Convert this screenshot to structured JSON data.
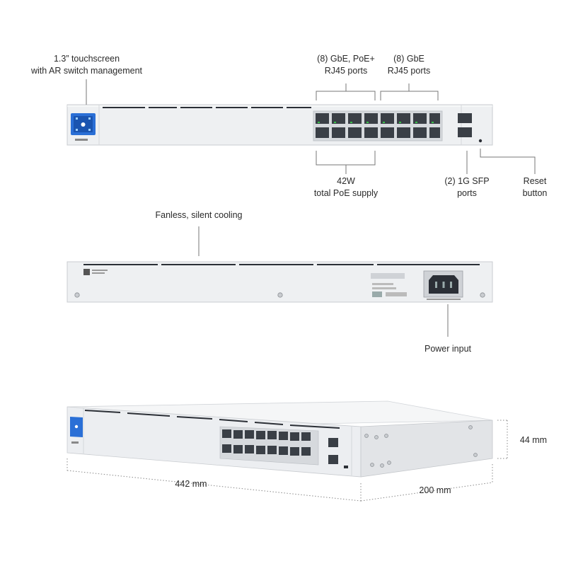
{
  "colors": {
    "chassis_front": "#eef0f2",
    "chassis_top": "#f5f6f7",
    "chassis_side": "#e2e4e7",
    "vent": "#2b2f36",
    "port_body": "#d6d9dd",
    "port_hole": "#3a3f46",
    "screen": "#2a6fd6",
    "label_text": "#2a2a2a",
    "line": "#777777",
    "port_led": "#39c24a"
  },
  "front": {
    "touchscreen": [
      "1.3” touchscreen",
      "with AR switch management"
    ],
    "poe_ports": [
      "(8) GbE, PoE+",
      "RJ45 ports"
    ],
    "gbe_ports": [
      "(8) GbE",
      "RJ45 ports"
    ],
    "poe_supply": [
      "42W",
      "total PoE supply"
    ],
    "sfp_ports": [
      "(2) 1G SFP",
      "ports"
    ],
    "reset": [
      "Reset",
      "button"
    ],
    "icons": [
      "touchscreen-icon",
      "rj45-port-icon",
      "sfp-port-icon",
      "reset-button-icon"
    ]
  },
  "back": {
    "cooling": "Fanless, silent cooling",
    "power": "Power input",
    "icons": [
      "power-inlet-icon",
      "screw-icon"
    ]
  },
  "perspective": {
    "width": "442 mm",
    "depth": "200 mm",
    "height": "44 mm"
  }
}
